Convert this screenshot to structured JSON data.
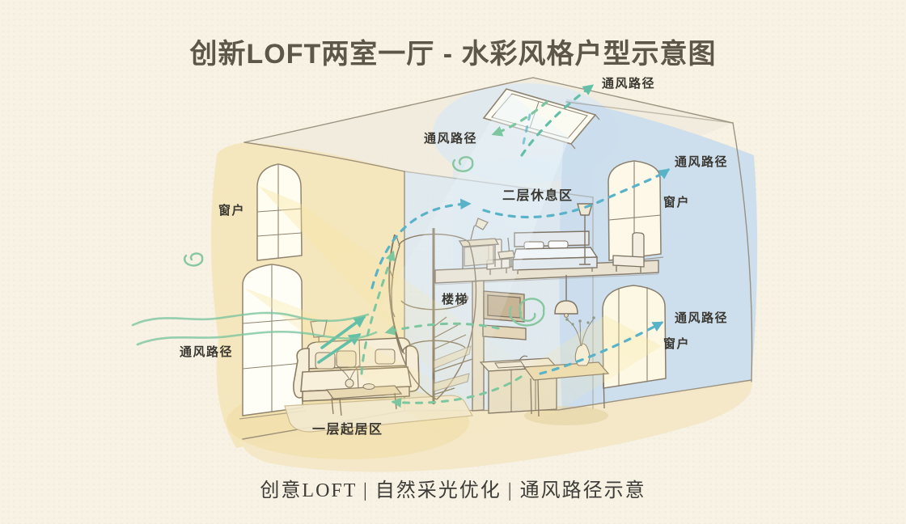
{
  "page": {
    "title": "创新LOFT两室一厅 - 水彩风格户型示意图",
    "caption": "创意LOFT | 自然采光优化 | 通风路径示意"
  },
  "labels": {
    "vent_skylight_out": "通风路径",
    "vent_skylight_in": "通风路径",
    "vent_upper_right": "通风路径",
    "vent_lower_right": "通风路径",
    "vent_lower_left": "通风路径",
    "window_left": "窗户",
    "window_upper_right": "窗户",
    "window_lower_right": "窗户",
    "loft_rest_area": "二层休息区",
    "stairs": "楼梯",
    "living_area": "一层起居区"
  },
  "palette": {
    "paper": "#f7f2e3",
    "title_text": "#5e5749",
    "label_text": "#3a3831",
    "wall_sunlit": "#f4e6ba",
    "wall_blue": "#cadded",
    "arrow_teal": "#58b3c8",
    "arrow_green": "#7cc6a0",
    "beam_yellow": "#f7e5a0"
  }
}
